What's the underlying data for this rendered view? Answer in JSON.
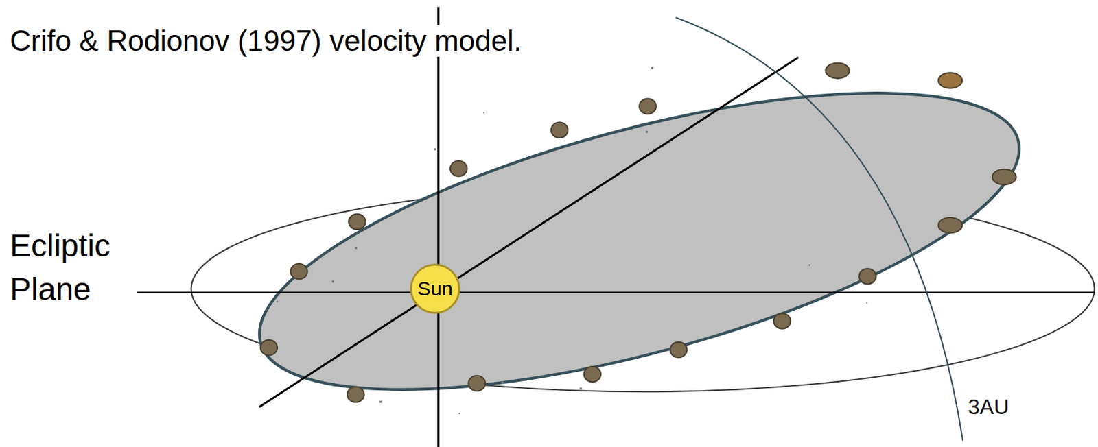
{
  "diagram": {
    "title": "Crifo & Rodionov (1997) velocity model.",
    "nodes": [
      {
        "text": [
          "Sun"
        ]
      }
    ],
    "labels": [
      "Ecliptic Plane",
      "3AU"
    ]
  }
}
